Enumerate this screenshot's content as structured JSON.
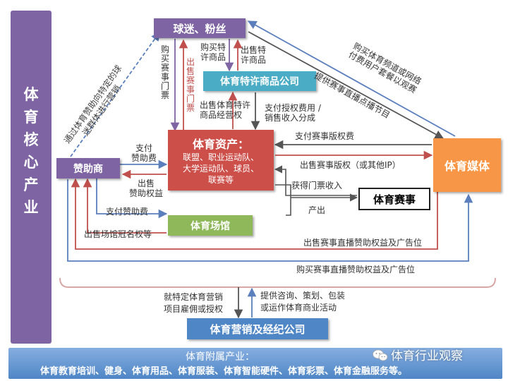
{
  "sidebar": {
    "title": "体\n育\n核\n心\n产\n业"
  },
  "nodes": {
    "fans": "球迷、粉丝",
    "licensed_goods": "体育特许商品公司",
    "sports_assets_title": "体育资产：",
    "sports_assets_body": "联盟、职业运动队、\n大学运动队、球员、\n联赛等",
    "sponsor": "赞助商",
    "media": "体育媒体",
    "events": "体育赛事",
    "venue": "体育场馆",
    "marketing_agency": "体育营销及经纪公司"
  },
  "labels": {
    "sponsor_to_fans": "通过体育赞助向特定的球\n迷群体进行营销",
    "fans_buy_tickets": "购\n买\n赛\n事\n门\n票",
    "assets_sell_tickets": "出\n售\n赛\n事\n门\n票",
    "fans_buy_goods": "购买特\n许商品",
    "goods_sell": "出售特\n许商品",
    "sell_license": "出售体育特许\n商品经营权",
    "pay_license_fee": "支付授权费用 /\n销售收入分成",
    "media_buy_channel": "购买体育频道或网络\n付费用户套餐以观赛",
    "media_provide_broadcast": "提供赛事直播点播节目",
    "pay_broadcast_fee": "支付赛事版权费",
    "sponsor_pay_fee": "支付\n赞助费",
    "sell_sponsorship": "出售\n赞助权益",
    "sell_broadcast_rights": "出售赛事版权（或其他IP）",
    "ticket_income": "获得门票收入",
    "produce": "产出",
    "pay_venue_sponsorship": "支付赞助费",
    "sell_venue_naming": "出售场馆冠名权等",
    "sell_broadcast_ads": "出售赛事直播赞助权益及广告位",
    "buy_broadcast_ads": "购买赛事直播赞助权益及广告位",
    "hire_agency": "就特定体育营销\n项目雇佣或授权",
    "agency_services": "提供咨询、策划、包装\n或运作体育商业活动"
  },
  "footer": {
    "title": "体育附属产业：",
    "items": "体育教育培训、健身、体育用品、体育服装、体育智能硬件、体育彩票、体育金融服务等。"
  },
  "watermark": "体育行业观察",
  "colors": {
    "sidebar": "#7e64a2",
    "node_purple": "#7e64a2",
    "node_teal": "#4bacc6",
    "node_red": "#cd4f4a",
    "node_orange": "#f79646",
    "node_green": "#8fb85a",
    "node_blue": "#4f86c6",
    "arrow_gray": "#555555",
    "arrow_pink": "#c0504d",
    "arrow_blue": "#5b7fbd",
    "arrow_purple": "#7e64a2",
    "bracket": "#d9a6a6",
    "footer": "#4f86c6"
  }
}
